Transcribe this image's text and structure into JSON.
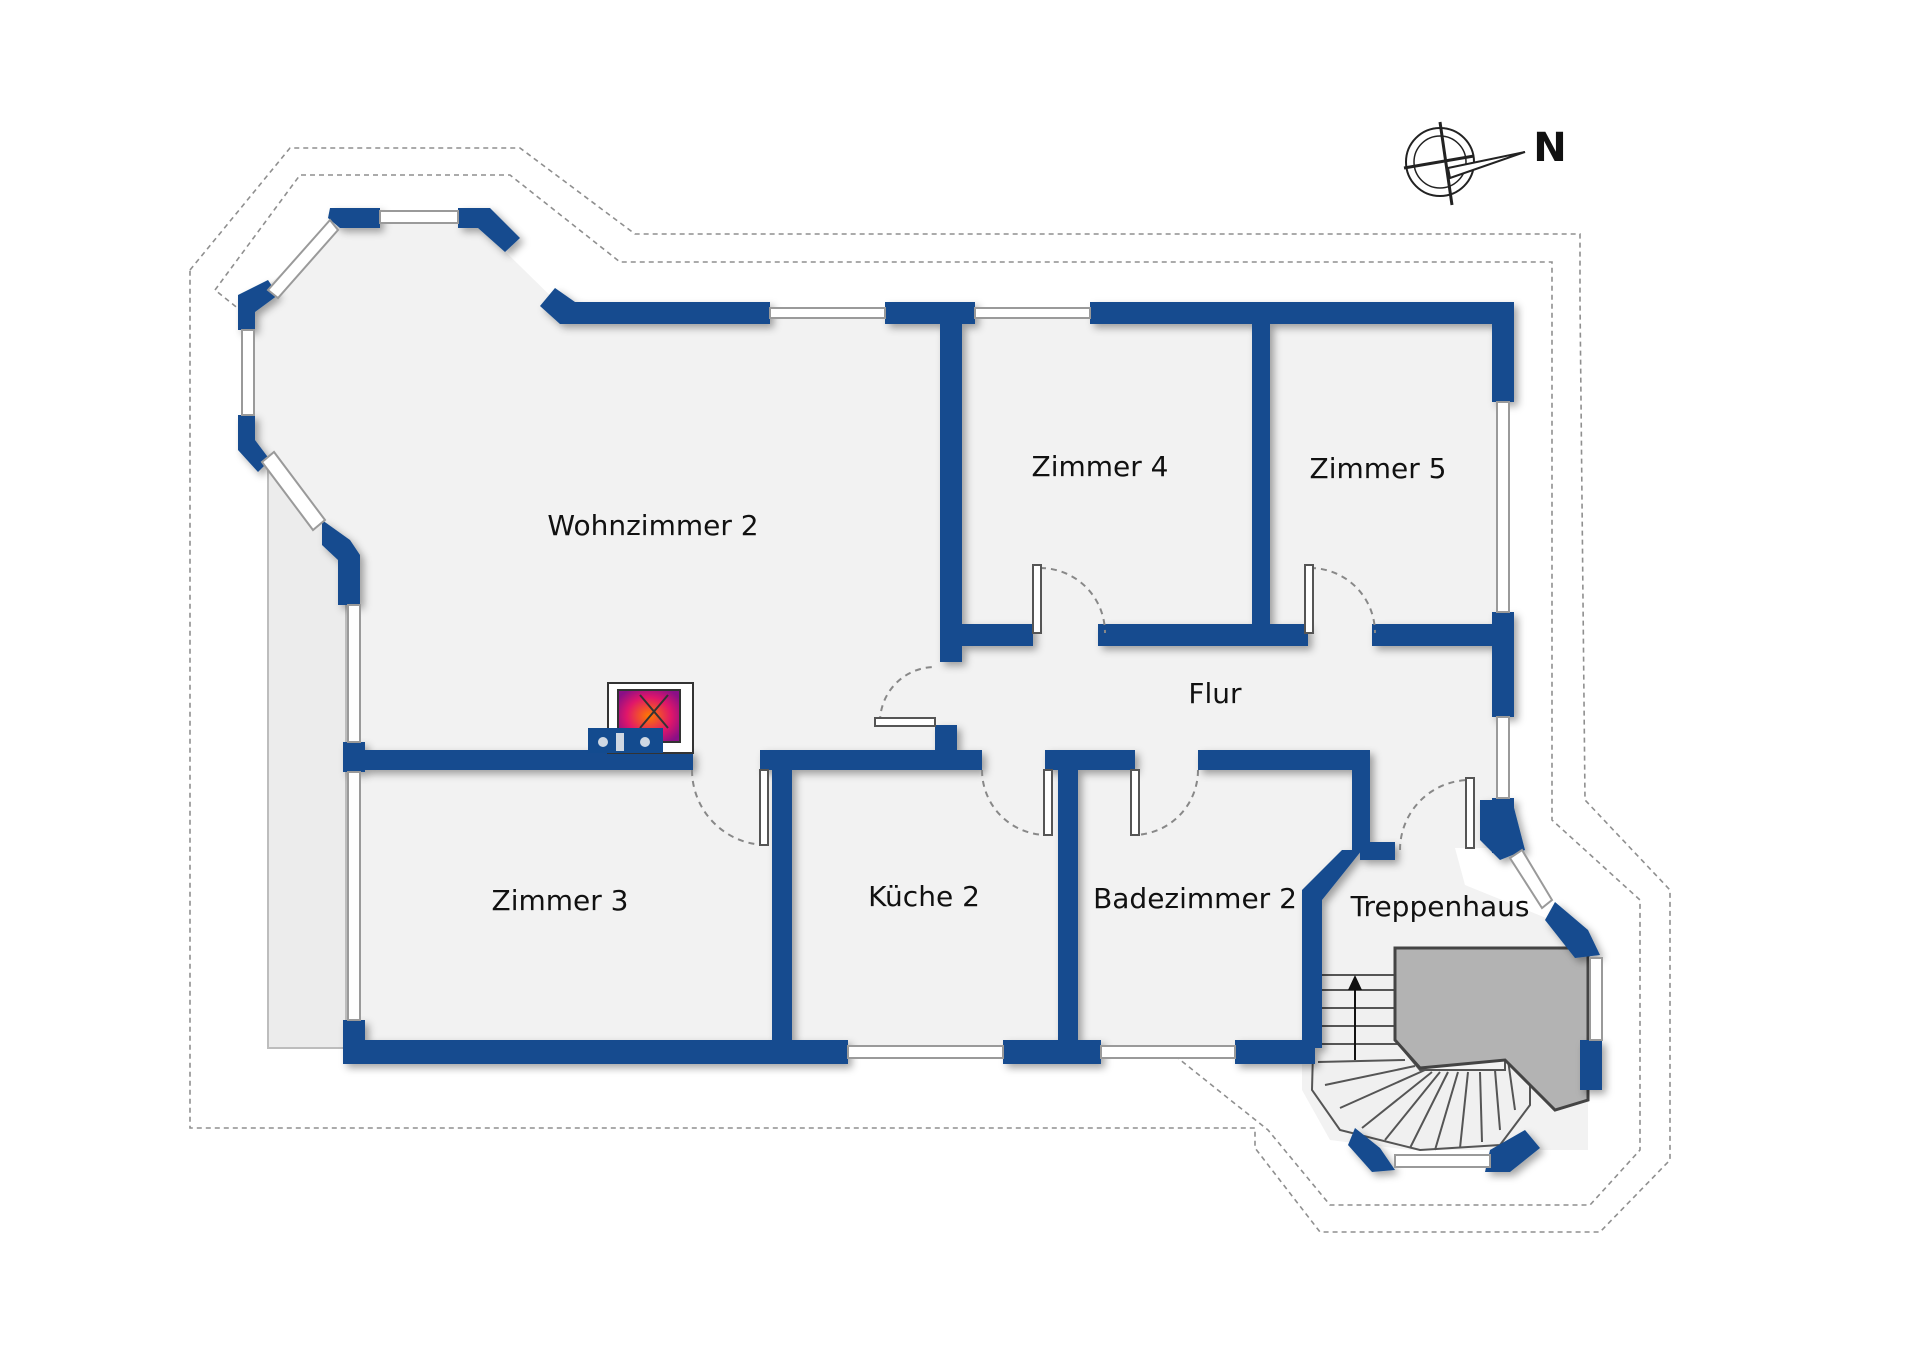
{
  "rooms": {
    "wohnzimmer2": "Wohnzimmer 2",
    "zimmer4": "Zimmer 4",
    "zimmer5": "Zimmer 5",
    "flur": "Flur",
    "zimmer3": "Zimmer 3",
    "kueche2": "Küche 2",
    "badezimmer2": "Badezimmer 2",
    "treppenhaus": "Treppenhaus"
  },
  "compass": {
    "label": "N",
    "icon": "north-arrow-icon"
  },
  "colors": {
    "wall": "#134b8f",
    "floor": "#f2f2f2",
    "stair_void": "#b3b3b3",
    "fireplace": "#d81b60"
  }
}
